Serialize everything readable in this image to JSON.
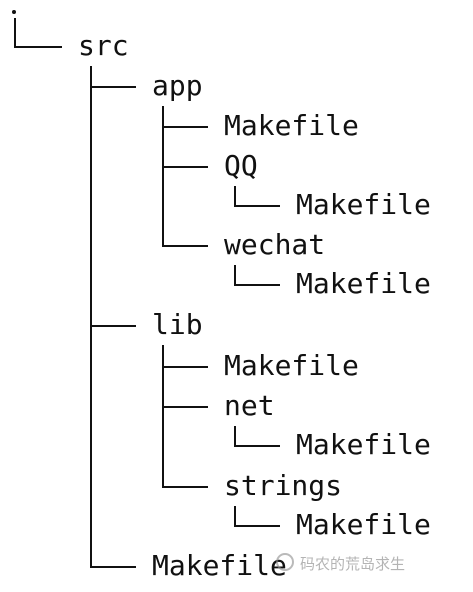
{
  "tree": {
    "root": ".",
    "src": "src",
    "app": "app",
    "app_makefile": "Makefile",
    "qq": "QQ",
    "qq_makefile": "Makefile",
    "wechat": "wechat",
    "wechat_makefile": "Makefile",
    "lib": "lib",
    "lib_makefile": "Makefile",
    "net": "net",
    "net_makefile": "Makefile",
    "strings": "strings",
    "strings_makefile": "Makefile",
    "src_makefile": "Makefile"
  },
  "watermark": {
    "text": "码农的荒岛求生"
  }
}
